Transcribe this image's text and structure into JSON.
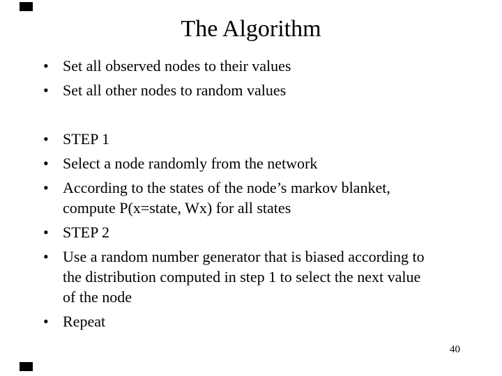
{
  "slide": {
    "title": "The Algorithm",
    "page_number": "40",
    "bullet_glyph": "•",
    "colors": {
      "background": "#ffffff",
      "text": "#000000",
      "corner_mark": "#000000"
    },
    "bullets": [
      {
        "lines": [
          "Set all observed nodes to their values"
        ]
      },
      {
        "lines": [
          "Set all other nodes to random values"
        ]
      },
      {
        "lines": [
          "STEP 1"
        ]
      },
      {
        "lines": [
          "Select a node randomly from the network"
        ]
      },
      {
        "lines": [
          "According to the states of the node’s markov blanket,",
          "compute P(x=state, Wx) for all states"
        ]
      },
      {
        "lines": [
          "STEP 2"
        ]
      },
      {
        "lines": [
          "Use a random number generator that is biased according to",
          "the distribution computed in step 1 to select the next value",
          "of the node"
        ]
      },
      {
        "lines": [
          "Repeat"
        ]
      }
    ]
  }
}
